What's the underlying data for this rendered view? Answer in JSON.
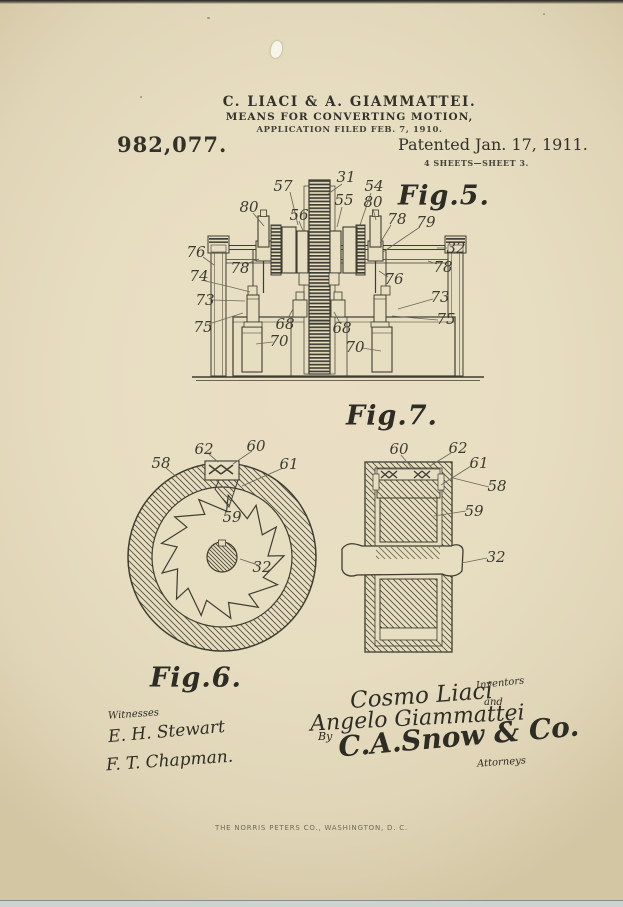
{
  "header": {
    "inventors_line": "C. LIACI & A. GIAMMATTEI.",
    "title_line": "MEANS FOR CONVERTING MOTION,",
    "application_line": "APPLICATION FILED FEB. 7, 1910.",
    "patent_number": "982,077.",
    "patented_line": "Patented Jan. 17, 1911.",
    "sheet_line": "4 SHEETS—SHEET 3."
  },
  "figures": {
    "fig5": {
      "label": "Fig.5.",
      "refs": [
        "57",
        "31",
        "54",
        "80",
        "56",
        "55",
        "80",
        "78",
        "79",
        "32",
        "76",
        "78",
        "78",
        "74",
        "76",
        "73",
        "73",
        "75",
        "75",
        "68",
        "68",
        "70",
        "70"
      ]
    },
    "fig6": {
      "label": "Fig.6.",
      "refs": [
        "62",
        "60",
        "61",
        "58",
        "59",
        "32"
      ]
    },
    "fig7": {
      "label": "Fig.7.",
      "refs": [
        "60",
        "62",
        "61",
        "58",
        "59",
        "32"
      ]
    }
  },
  "signatures": {
    "witnesses_label": "Witnesses",
    "witness_1": "E. H. Stewart",
    "witness_2": "F. T. Chapman.",
    "inventors_label": "Inventors",
    "inventor_1": "Cosmo Liaci",
    "inventor_joiner": "and",
    "inventor_2": "Angelo Giammattei",
    "by_label": "By",
    "attorney_signature": "C.A.Snow & Co.",
    "attorneys_label": "Attorneys"
  },
  "footer": {
    "printer_line": "THE NORRIS PETERS CO., WASHINGTON, D. C."
  },
  "colors": {
    "paper": "#e7ddc1",
    "ink": "#3e3d31",
    "edge_strip": "#ccd4cf"
  }
}
